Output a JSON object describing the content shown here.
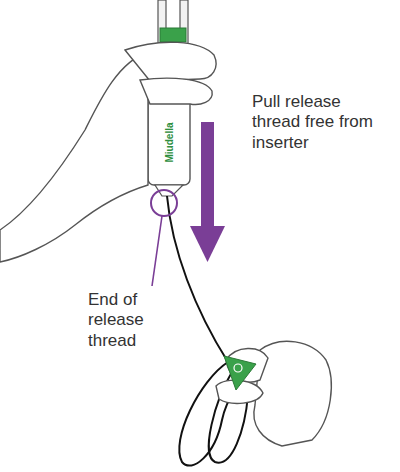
{
  "diagram": {
    "labels": [
      "Pull release thread free from inserter",
      "End of release thread",
      "Miudella"
    ]
  }
}
